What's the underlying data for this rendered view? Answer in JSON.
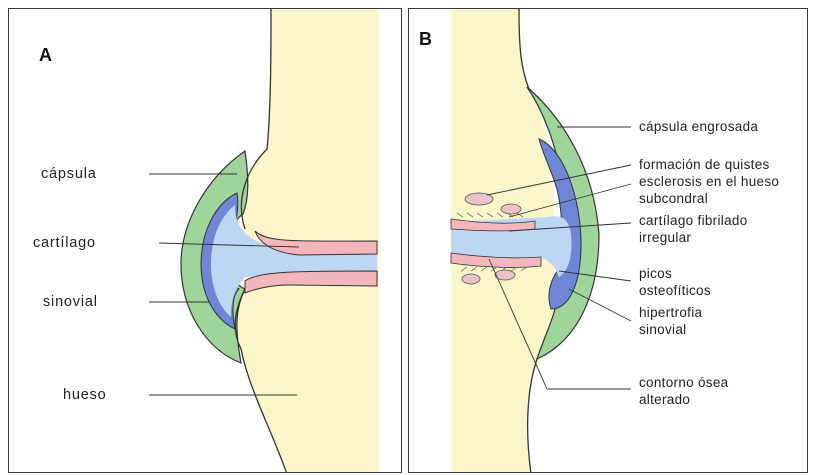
{
  "panel_a": {
    "letter": "A",
    "labels": {
      "capsula": "cápsula",
      "cartilago": "cartílago",
      "sinovial": "sinovial",
      "hueso": "hueso"
    }
  },
  "panel_b": {
    "letter": "B",
    "labels": {
      "capsula_engrosada": "cápsula engrosada",
      "formacion_quistes": "formación de quistes",
      "esclerosis_1": "esclerosis en el hueso",
      "esclerosis_2": "subcondral",
      "cartilago_1": "cartílago fibrilado",
      "cartilago_2": "irregular",
      "picos_1": "picos",
      "picos_2": "osteofíticos",
      "hipertrofia_1": "hipertrofia",
      "hipertrofia_2": "sinovial",
      "contorno_1": "contorno ósea",
      "contorno_2": "alterado"
    }
  },
  "colors": {
    "bone": "#fbf6c9",
    "capsule": "#9fd49a",
    "synovial": "#6f86d6",
    "joint_space": "#bcd6f3",
    "cartilage": "#f3b6bd",
    "outline": "#333333"
  }
}
